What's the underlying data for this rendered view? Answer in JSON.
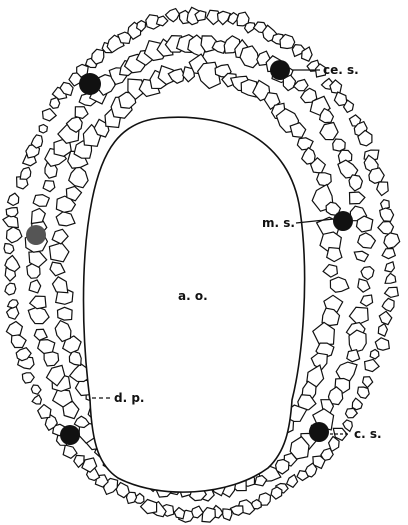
{
  "figure": {
    "labels": {
      "ce_s": "ce. s.",
      "m_s": "m. s.",
      "a_o": "a. o.",
      "d_p": "d. p.",
      "c_s": "c. s."
    },
    "colors": {
      "ink": "#111111",
      "background": "#ffffff",
      "dot_gray": "#555555"
    }
  }
}
